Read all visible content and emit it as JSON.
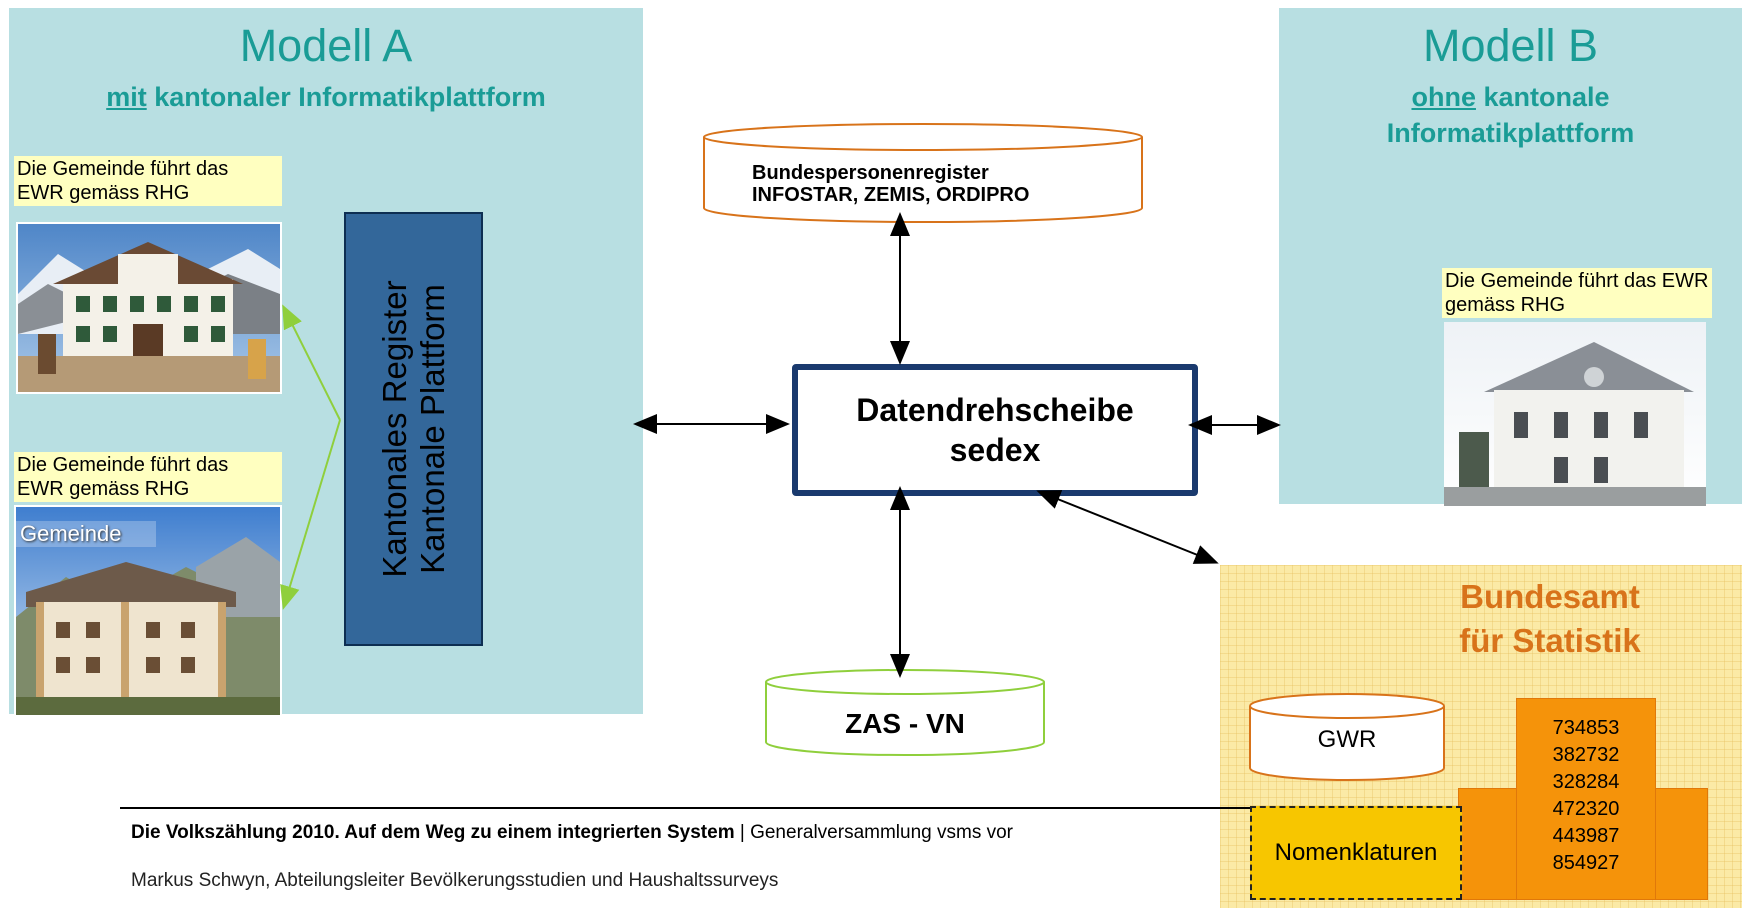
{
  "model_a": {
    "title": "Modell A",
    "sub_underlined": "mit",
    "sub_rest": " kantonaler Informatikplattform",
    "note_top": "Die Gemeinde führt das EWR gemäss RHG",
    "note_bottom": "Die Gemeinde führt das EWR gemäss RHG",
    "photo_bottom_label": "Gemeinde"
  },
  "platform": {
    "line1": "Kantonales Register",
    "line2": "Kantonale Plattform"
  },
  "model_b": {
    "title": "Modell B",
    "sub_underlined": "ohne",
    "sub_rest": " kantonale",
    "sub_line2": "Informatikplattform",
    "note": "Die Gemeinde führt das EWR gemäss RHG"
  },
  "registry": {
    "line1": "Bundespersonenregister",
    "line2": "INFOSTAR, ZEMIS, ORDIPRO"
  },
  "hub": {
    "line1": "Datendrehscheibe",
    "line2": "sedex"
  },
  "zas": {
    "label": "ZAS - VN"
  },
  "bfs": {
    "title_line1": "Bundesamt",
    "title_line2": "für Statistik",
    "gwr": "GWR",
    "nomenklaturen": "Nomenklaturen",
    "numbers": [
      "734853",
      "382732",
      "328284",
      "472320",
      "443987",
      "854927"
    ]
  },
  "footer": {
    "bold": "Die Volkszählung 2010. Auf dem Weg zu einem integrierten System",
    "rest": " | Generalversammlung vsms vor",
    "author": "Markus Schwyn, Abteilungsleiter Bevölkerungsstudien und Haushaltssurveys"
  },
  "colors": {
    "panel": "#b8dfe2",
    "teal_text": "#1a9c96",
    "platform": "#33679a",
    "hub_border": "#1a3a6e",
    "registry_border": "#d8731a",
    "zas_border": "#8fcf3c",
    "bfs_bg": "#fbeaa6",
    "bfs_title": "#d8731a",
    "orange_block": "#f5930a",
    "nomenklaturen_bg": "#f7c600",
    "connector_green": "#8fcf3c"
  }
}
